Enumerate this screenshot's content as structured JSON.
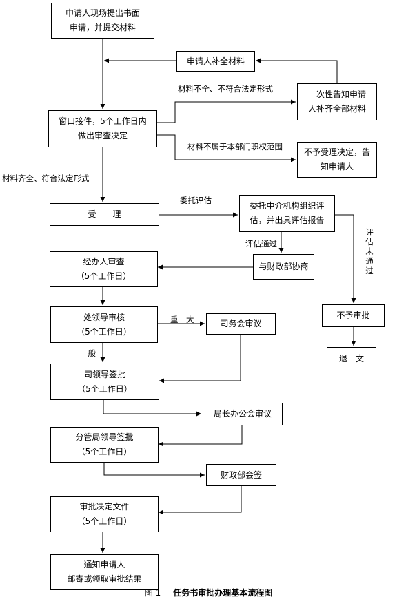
{
  "nodes": {
    "apply": [
      "申请人现场提出书面",
      "申请，并提交材料"
    ],
    "supplement": [
      "申请人补全材料"
    ],
    "window": [
      "窗口接件，5个工作日内",
      "做出审查决定"
    ],
    "notify_once": [
      "一次性告知申请",
      "人补齐全部材料"
    ],
    "reject_notice": [
      "不予受理决定，告",
      "知申请人"
    ],
    "accept": [
      "受　　理"
    ],
    "entrust": [
      "委托中介机构组织评",
      "估，并出具评估报告"
    ],
    "consult": [
      "与财政部协商"
    ],
    "handler_review": [
      "经办人审查",
      "（5个工作日）"
    ],
    "dept_review": [
      "处领导审核",
      "（5个工作日）"
    ],
    "dept_meeting": [
      "司务会审议"
    ],
    "bureau_sign": [
      "司领导签批",
      "（5个工作日）"
    ],
    "bureau_meeting": [
      "局长办公会审议"
    ],
    "deputy_sign": [
      "分管局领导签批",
      "（5个工作日）"
    ],
    "finance_sign": [
      "财政部会签"
    ],
    "decision_doc": [
      "审批决定文件",
      "（5个工作日）"
    ],
    "notify_result": [
      "通知申请人",
      "邮寄或领取审批结果"
    ],
    "not_approve": [
      "不予审批"
    ],
    "return_doc": [
      "退　文"
    ]
  },
  "labels": {
    "incomplete": "材料不全、不符合法定形式",
    "out_of_scope": "材料不属于本部门职权范围",
    "complete": "材料齐全、符合法定形式",
    "entrust_eval": "委托评估",
    "eval_pass": "评估通过",
    "eval_fail": [
      "评",
      "估",
      "未",
      "通",
      "过"
    ],
    "major": "重　大",
    "general": "一般"
  },
  "caption": {
    "number": "图 1",
    "title": "任务书审批办理基本流程图"
  }
}
